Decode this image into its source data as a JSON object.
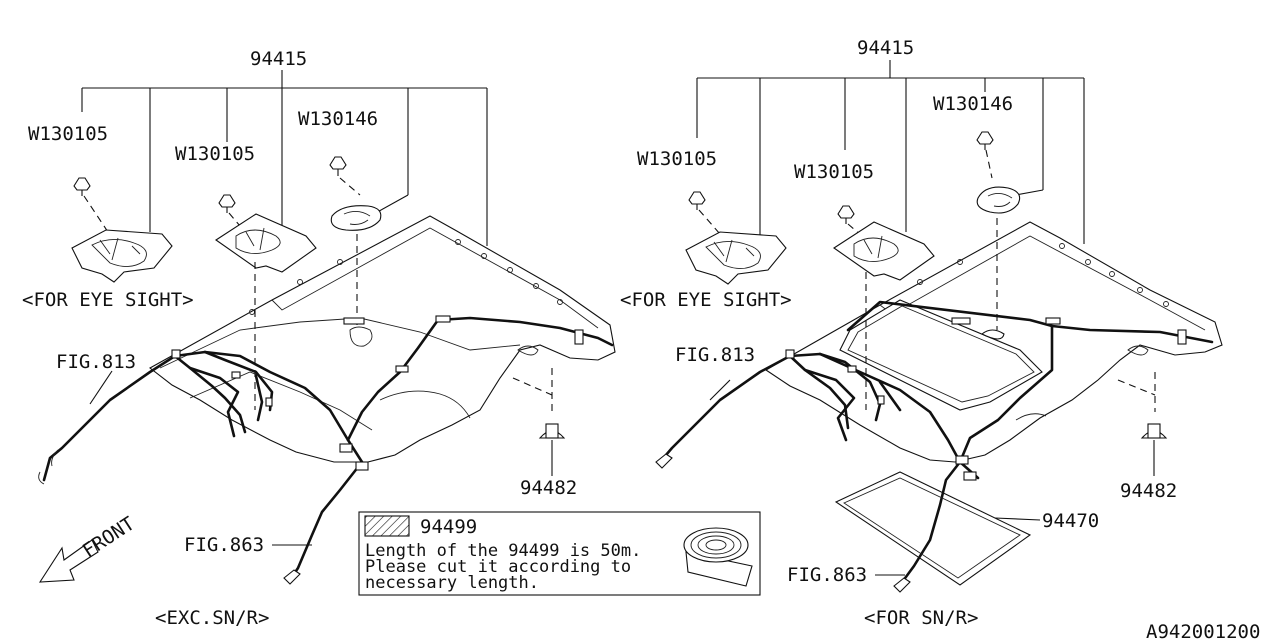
{
  "left_assembly": {
    "part_harness": "94415",
    "clip_a": "W130105",
    "clip_b": "W130105",
    "clip_c": "W130146",
    "eye_sight_note": "<FOR EYE SIGHT>",
    "fig_front": "FIG.813",
    "fig_rear": "FIG.863",
    "clip_bottom": "94482",
    "variant_caption": "<EXC.SN/R>"
  },
  "right_assembly": {
    "part_harness": "94415",
    "clip_a": "W130105",
    "clip_b": "W130105",
    "clip_c": "W130146",
    "eye_sight_note": "<FOR EYE SIGHT>",
    "fig_front": "FIG.813",
    "fig_rear": "FIG.863",
    "clip_bottom": "94482",
    "sunroof_seal": "94470",
    "variant_caption": "<FOR SN/R>"
  },
  "tape_note": {
    "part": "94499",
    "line1": "Length of the 94499 is 50m.",
    "line2": "Please cut it according to",
    "line3": "necessary length."
  },
  "front_arrow": "FRONT",
  "diagram_code": "A942001200",
  "icons": {
    "front_arrow": "outline-arrow-icon",
    "tape_roll": "tape-roll-icon",
    "hatch_swatch": "hatch-swatch-icon"
  }
}
